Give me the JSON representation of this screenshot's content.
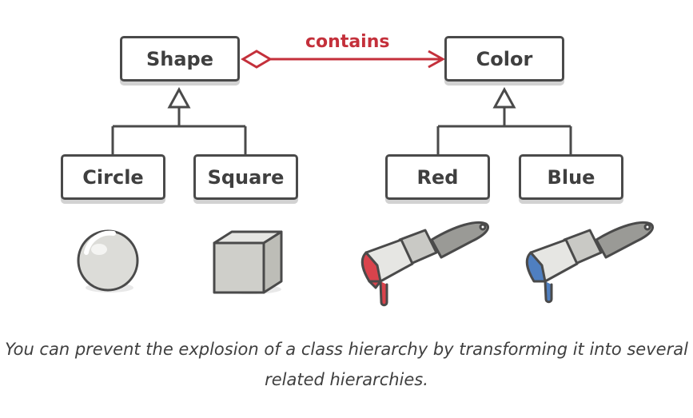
{
  "diagram": {
    "classes": {
      "shape": "Shape",
      "color": "Color",
      "circle": "Circle",
      "square": "Square",
      "red": "Red",
      "blue": "Blue"
    },
    "relation_label": "contains",
    "colors": {
      "stroke": "#4a4a4a",
      "relation": "#c4303b",
      "red_paint": "#d9434c",
      "blue_paint": "#4f7fc0",
      "object_fill": "#dcdcd8"
    }
  },
  "caption": "You can prevent the explosion of a class hierarchy by transforming it into several related hierarchies."
}
